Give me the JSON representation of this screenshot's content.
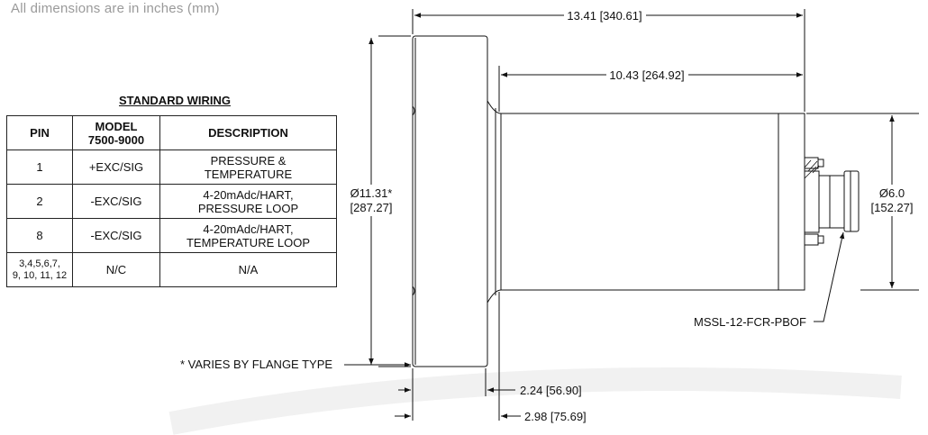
{
  "header_note": "All dimensions are in inches (mm)",
  "wiring": {
    "title": "STANDARD WIRING",
    "headers": {
      "pin": "PIN",
      "model_line1": "MODEL",
      "model_line2": "7500-9000",
      "description": "DESCRIPTION"
    },
    "rows": [
      {
        "pin": "1",
        "model": "+EXC/SIG",
        "desc_line1": "PRESSURE &",
        "desc_line2": "TEMPERATURE"
      },
      {
        "pin": "2",
        "model": "-EXC/SIG",
        "desc_line1": "4-20mAdc/HART,",
        "desc_line2": "PRESSURE LOOP"
      },
      {
        "pin": "8",
        "model": "-EXC/SIG",
        "desc_line1": "4-20mAdc/HART,",
        "desc_line2": "TEMPERATURE LOOP"
      },
      {
        "pin_line1": "3,4,5,6,7,",
        "pin_line2": "9, 10, 11, 12",
        "model": "N/C",
        "desc_line1": "N/A",
        "desc_line2": ""
      }
    ]
  },
  "footnote": "* VARIES BY FLANGE TYPE",
  "dimensions": {
    "overall_length": "13.41 [340.61]",
    "body_length": "10.43 [264.92]",
    "flange_dia_line1": "Ø11.31*",
    "flange_dia_line2": "[287.27]",
    "body_dia_line1": "Ø6.0",
    "body_dia_line2": "[152.27]",
    "flange_thickness": "2.24 [56.90]",
    "flange_to_body": "2.98 [75.69]",
    "connector": "MSSL-12-FCR-PBOF"
  }
}
